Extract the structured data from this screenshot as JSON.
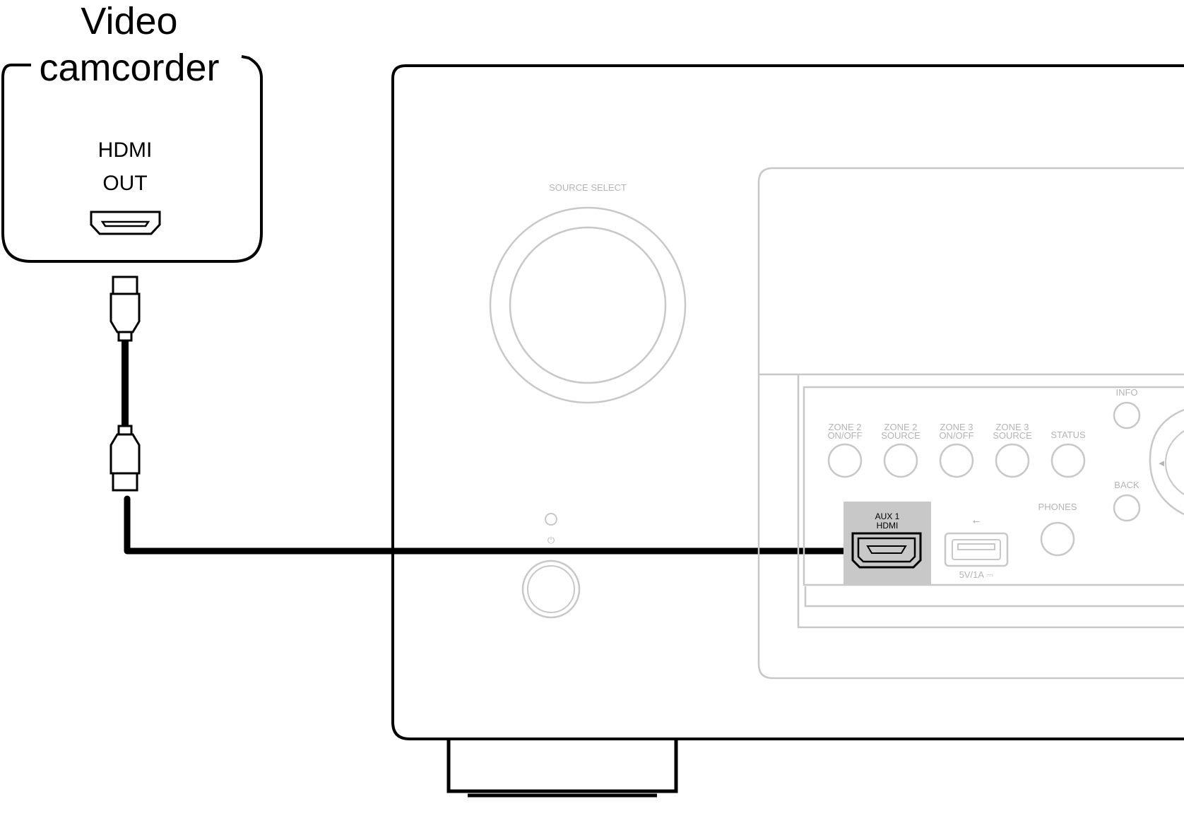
{
  "camcorder": {
    "title_line1": "Video",
    "title_line2": "camcorder",
    "port_label_line1": "HDMI",
    "port_label_line2": "OUT"
  },
  "receiver": {
    "source_select_label": "SOURCE SELECT",
    "buttons": [
      {
        "line1": "ZONE 2",
        "line2": "ON/OFF"
      },
      {
        "line1": "ZONE 2",
        "line2": "SOURCE"
      },
      {
        "line1": "ZONE 3",
        "line2": "ON/OFF"
      },
      {
        "line1": "ZONE 3",
        "line2": "SOURCE"
      },
      {
        "line1": "",
        "line2": "STATUS"
      }
    ],
    "info_label": "INFO",
    "back_label": "BACK",
    "phones_label": "PHONES",
    "aux_label_line1": "AUX 1",
    "aux_label_line2": "HDMI",
    "usb_rating": "5V/1A ⎓",
    "usb_symbol": "⭠",
    "cursor_left_glyph": "◄"
  },
  "colors": {
    "line": "#000000",
    "panel_grey": "#c8c8c8",
    "aux_highlight": "#c8c8c8",
    "background": "#ffffff"
  },
  "icons": [
    "hdmi-port-icon",
    "hdmi-plug-icon",
    "usb-symbol-icon",
    "usb-port-icon"
  ]
}
